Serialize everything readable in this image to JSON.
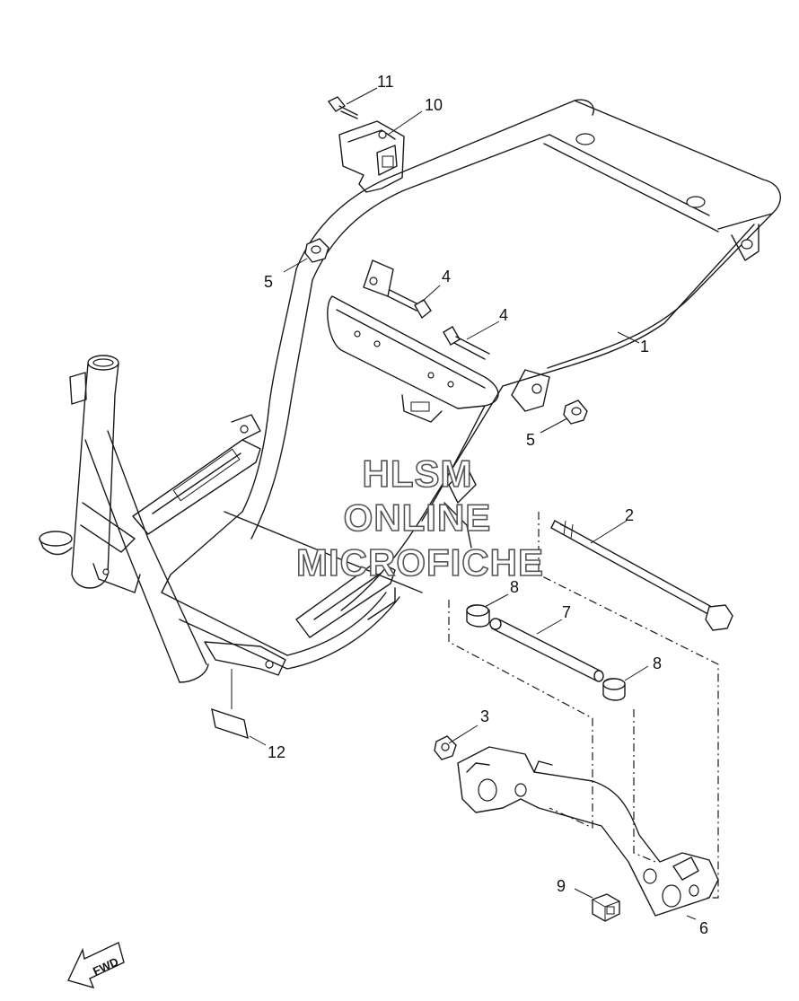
{
  "watermark": {
    "line1": "HLSM",
    "line2": "ONLINE",
    "line3": "MICROFICHE"
  },
  "fwd_label": "FWD",
  "callouts": [
    {
      "id": "1",
      "label": "1"
    },
    {
      "id": "2",
      "label": "2"
    },
    {
      "id": "3",
      "label": "3"
    },
    {
      "id": "4a",
      "label": "4"
    },
    {
      "id": "4b",
      "label": "4"
    },
    {
      "id": "5a",
      "label": "5"
    },
    {
      "id": "5b",
      "label": "5"
    },
    {
      "id": "6",
      "label": "6"
    },
    {
      "id": "7",
      "label": "7"
    },
    {
      "id": "8a",
      "label": "8"
    },
    {
      "id": "8b",
      "label": "8"
    },
    {
      "id": "9",
      "label": "9"
    },
    {
      "id": "10",
      "label": "10"
    },
    {
      "id": "11",
      "label": "11"
    },
    {
      "id": "12",
      "label": "12"
    }
  ]
}
